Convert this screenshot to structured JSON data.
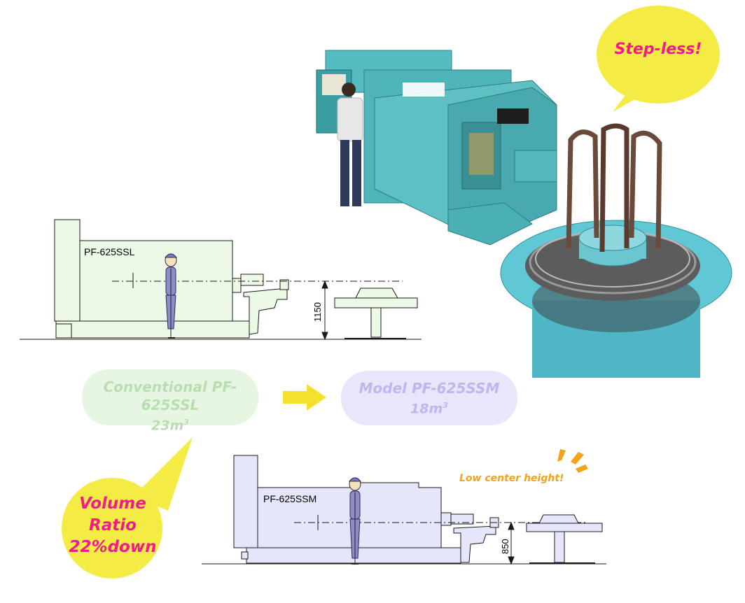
{
  "callouts": {
    "stepless": "Step-less!",
    "volume_ratio": [
      "Volume",
      "Ratio",
      "22%down"
    ],
    "low_center": "Low center height!"
  },
  "conventional": {
    "model_label": "PF-625SSL",
    "center_height": "1150",
    "pill_line1": "Conventional PF-625SSL",
    "pill_line2_base": "23m",
    "pill_line2_sup": "3"
  },
  "new_model": {
    "model_label": "PF-625SSM",
    "center_height": "850",
    "pill_line1": "Model PF-625SSM",
    "pill_line2_base": "18m",
    "pill_line2_sup": "3"
  },
  "colors": {
    "bubble_yellow": "#f5eb45",
    "callout_pink": "#ee1c8c",
    "arrow_yellow": "#f3e12d",
    "ssl_fill": "#ecf9e6",
    "ssm_fill": "#e6e6fb",
    "machine_teal": "#4fb4b8"
  }
}
